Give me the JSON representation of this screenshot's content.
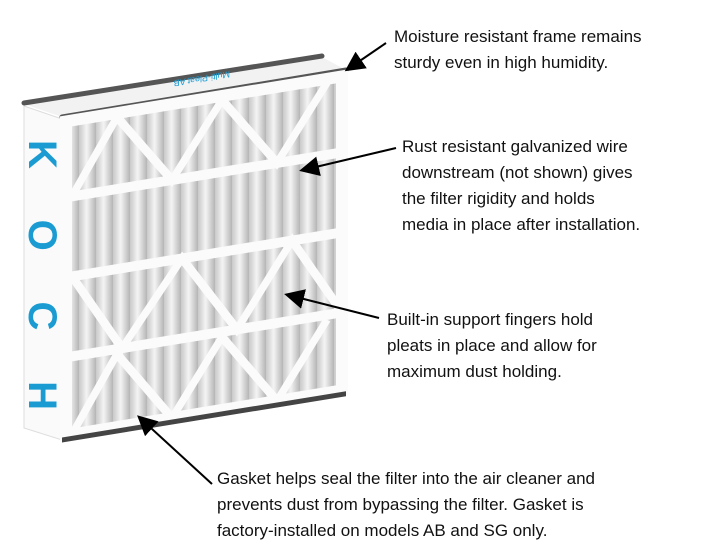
{
  "product": {
    "brand_logo_text": "KOCH",
    "top_label_text": "Multi-Pleat AB",
    "brand_color": "#1a9bd2"
  },
  "callouts": [
    {
      "lines": [
        "Moisture resistant frame remains",
        "sturdy even in high humidity."
      ]
    },
    {
      "lines": [
        "Rust resistant galvanized wire",
        "downstream (not shown) gives",
        "the filter rigidity and holds",
        "media in place after installation."
      ]
    },
    {
      "lines": [
        "Built-in support fingers hold",
        "pleats in place and allow for",
        "maximum dust holding."
      ]
    },
    {
      "lines": [
        "Gasket helps seal the filter into the air cleaner and",
        "prevents dust from bypassing the filter. Gasket is",
        "factory-installed on models AB and SG only."
      ]
    }
  ]
}
